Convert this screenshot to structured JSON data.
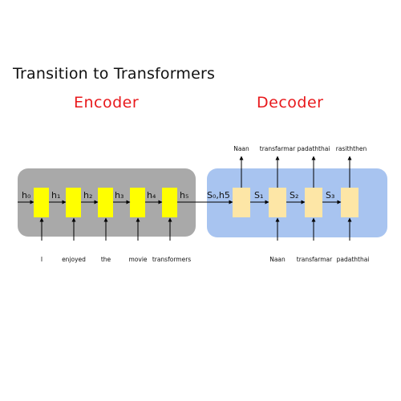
{
  "title": "Transition to Transformers",
  "encoder": {
    "label": "Encoder",
    "states": [
      "h₀",
      "h₁",
      "h₂",
      "h₃",
      "h₄",
      "h₅"
    ],
    "inputs": [
      "I",
      "enjoyed",
      "the",
      "movie",
      "transformers"
    ]
  },
  "decoder": {
    "label": "Decoder",
    "states": [
      "S₀,h5",
      "S₁",
      "S₂",
      "S₃"
    ],
    "outputs": [
      "Naan",
      "transfarmar",
      "padaththai",
      "rasiththen"
    ],
    "inputs": [
      "Naan",
      "transfarmar",
      "padaththai"
    ]
  },
  "colors": {
    "encoder_bg": "#a9a9a9",
    "encoder_cell": "#ffff00",
    "decoder_bg": "#a8c4f0",
    "decoder_cell": "#fde6a6",
    "label_red": "#e8191c"
  }
}
